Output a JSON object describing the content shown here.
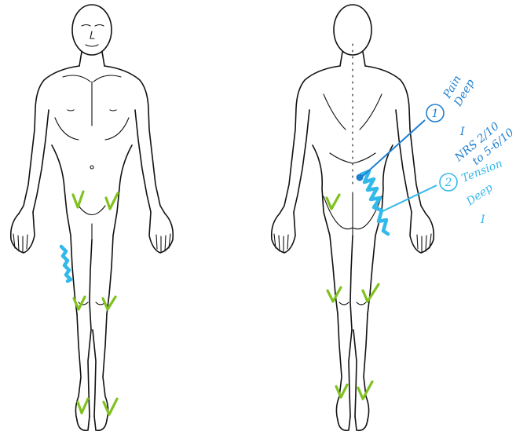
{
  "colors": {
    "outline": "#111111",
    "check": "#7fc21f",
    "pain": "#1e7fd0",
    "tension": "#33b8ea"
  },
  "annotations": [
    {
      "number": "1",
      "lines": [
        "Pain",
        "Deep",
        "I",
        "NRS 2/10",
        "to 5-6/10"
      ],
      "color": "#1e7fd0"
    },
    {
      "number": "2",
      "lines": [
        "Tension",
        "Deep",
        "I"
      ],
      "color": "#33b8ea"
    }
  ],
  "marks": {
    "front_checks": [
      "left-groin",
      "right-groin",
      "left-knee",
      "right-knee",
      "left-foot",
      "right-foot"
    ],
    "back_checks": [
      "left-buttock",
      "left-knee",
      "right-knee",
      "left-ankle",
      "right-ankle"
    ],
    "front_scribbles": [
      "right-thigh-lateral"
    ],
    "back_scribbles": [
      "right-lumbar-to-buttock"
    ],
    "back_dots": [
      "lumbar-pain-point"
    ]
  }
}
